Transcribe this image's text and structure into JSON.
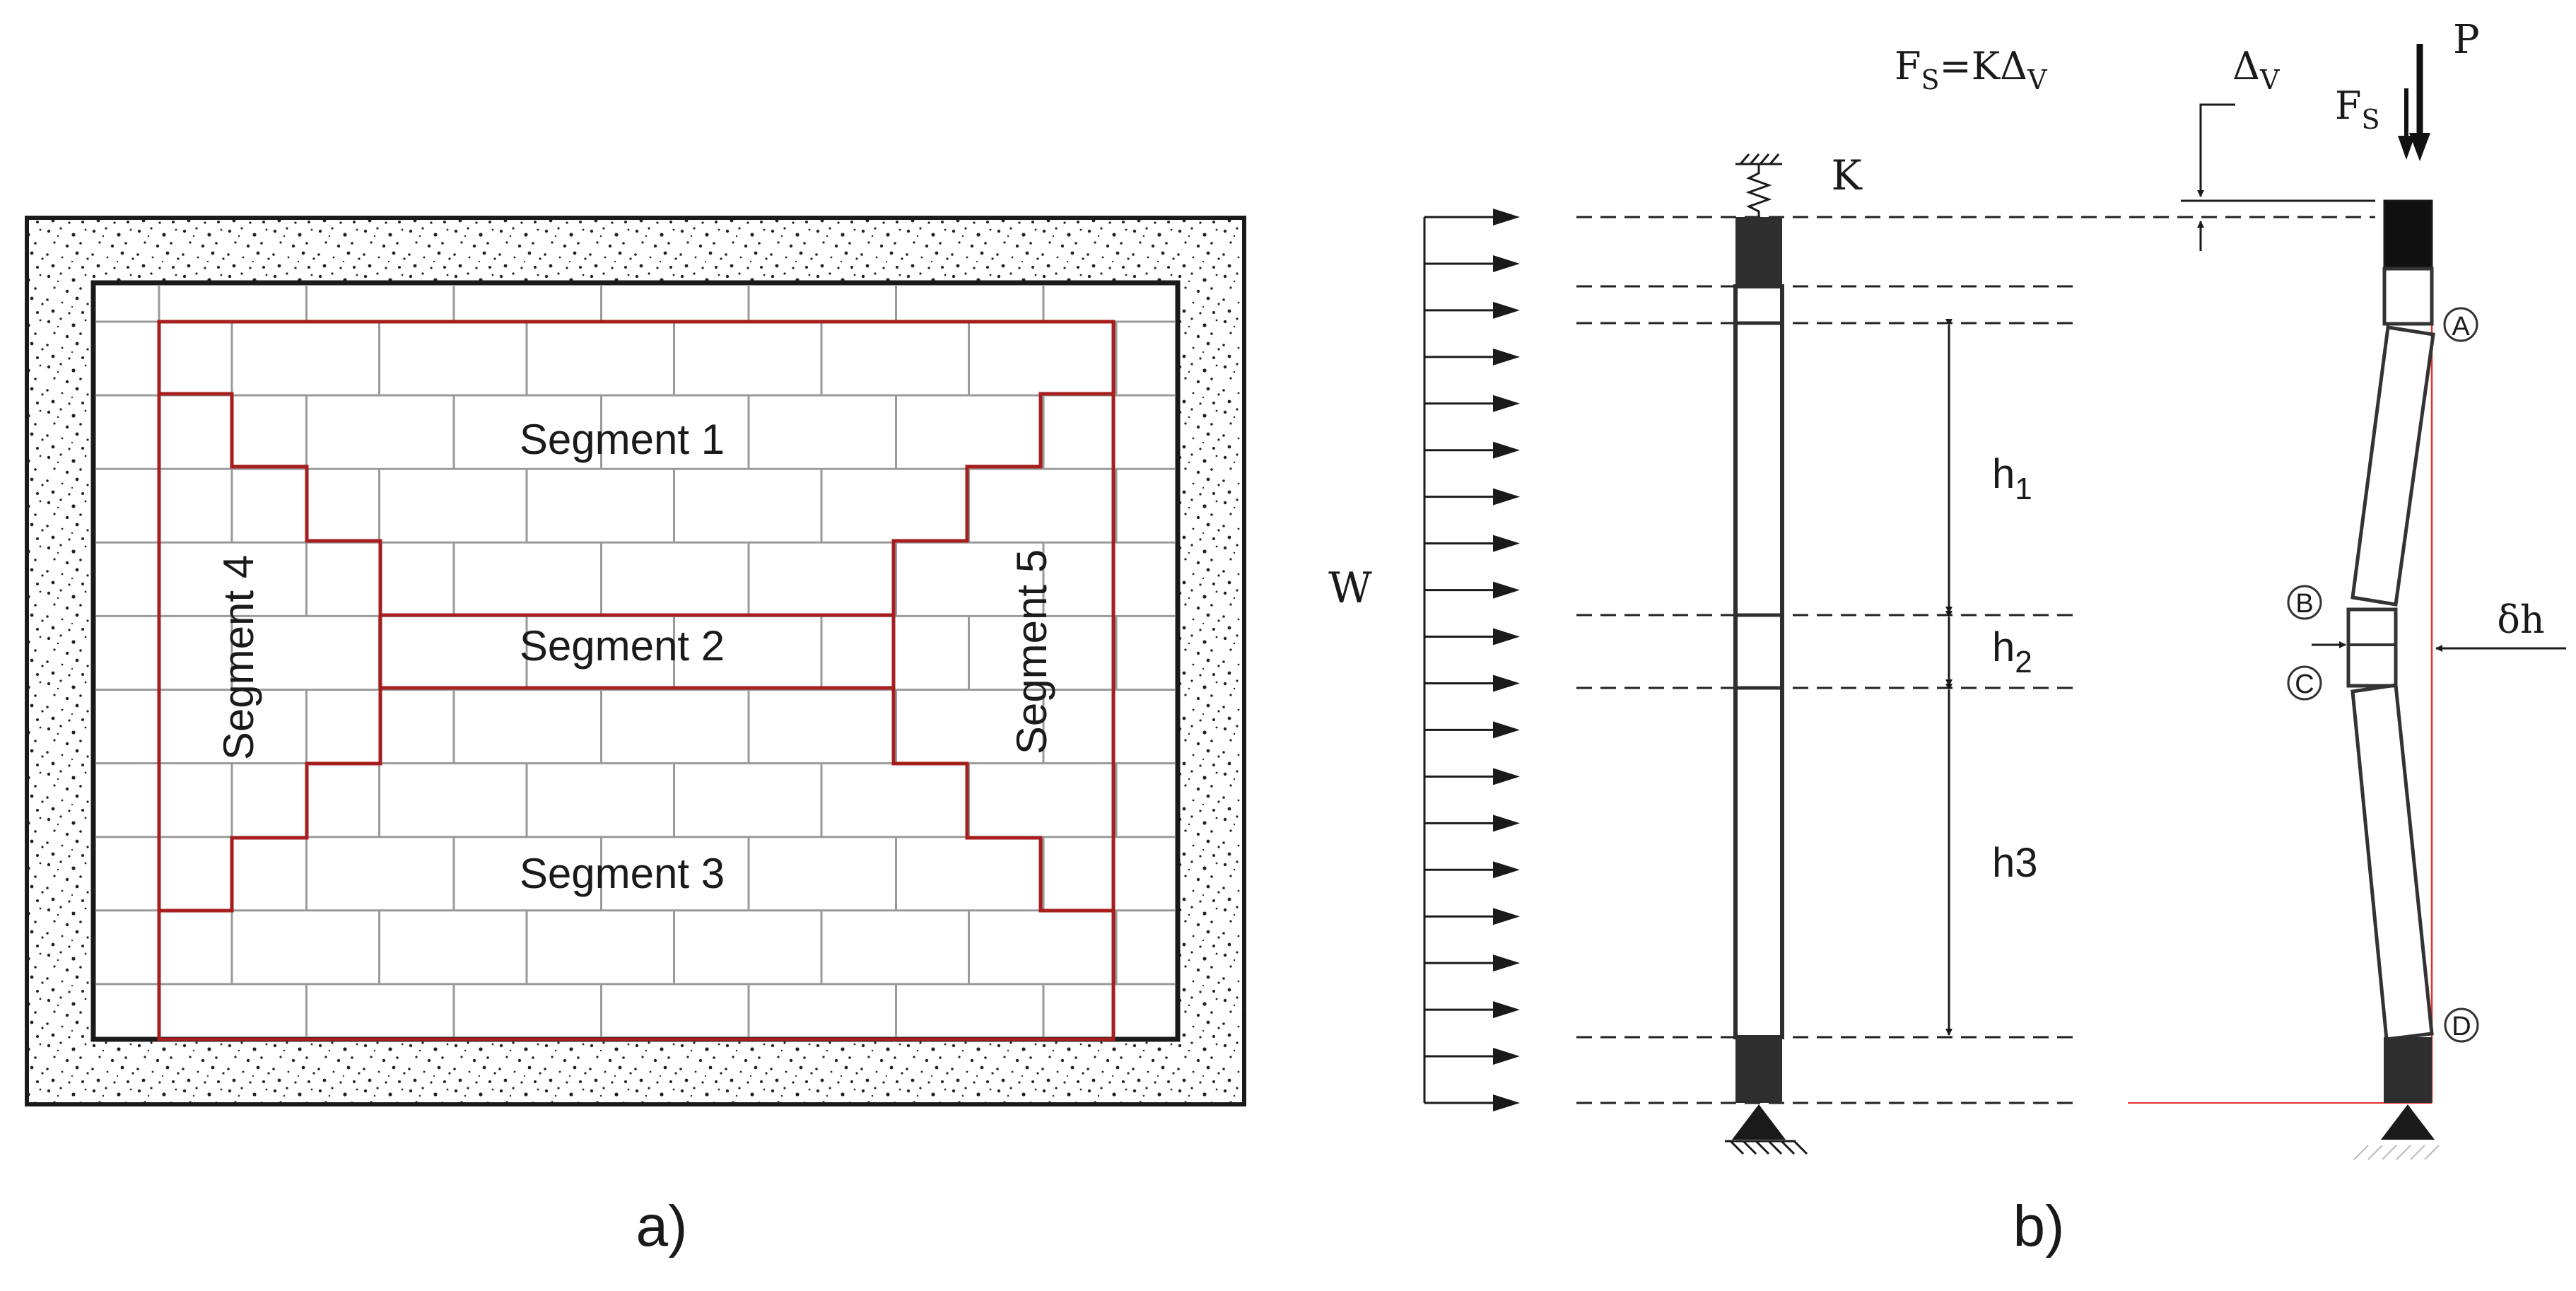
{
  "panel_a": {
    "caption": "a)",
    "segments": [
      "Segment 1",
      "Segment 2",
      "Segment 3",
      "Segment 4",
      "Segment 5"
    ]
  },
  "panel_b": {
    "caption": "b)",
    "formula_main": "F",
    "formula_sub": "S",
    "formula_rest": "=KΔ",
    "formula_sub2": "V",
    "load_label": "W",
    "spring_label": "K",
    "h1_main": "h",
    "h1_sub": "1",
    "h2_main": "h",
    "h2_sub": "2",
    "h3_label": "h3",
    "P_label": "P",
    "Fs_main": "F",
    "Fs_sub": "S",
    "dv_main": "Δ",
    "dv_sub": "V",
    "dh_label": "δh",
    "points": [
      "A",
      "B",
      "C",
      "D"
    ]
  },
  "colors": {
    "segment_outline": "#a61e1e",
    "frame": "#1a1a1a",
    "brick_grid": "#9a9a9a",
    "support_block": "#2e2e2e",
    "reference_line": "#e53030"
  }
}
